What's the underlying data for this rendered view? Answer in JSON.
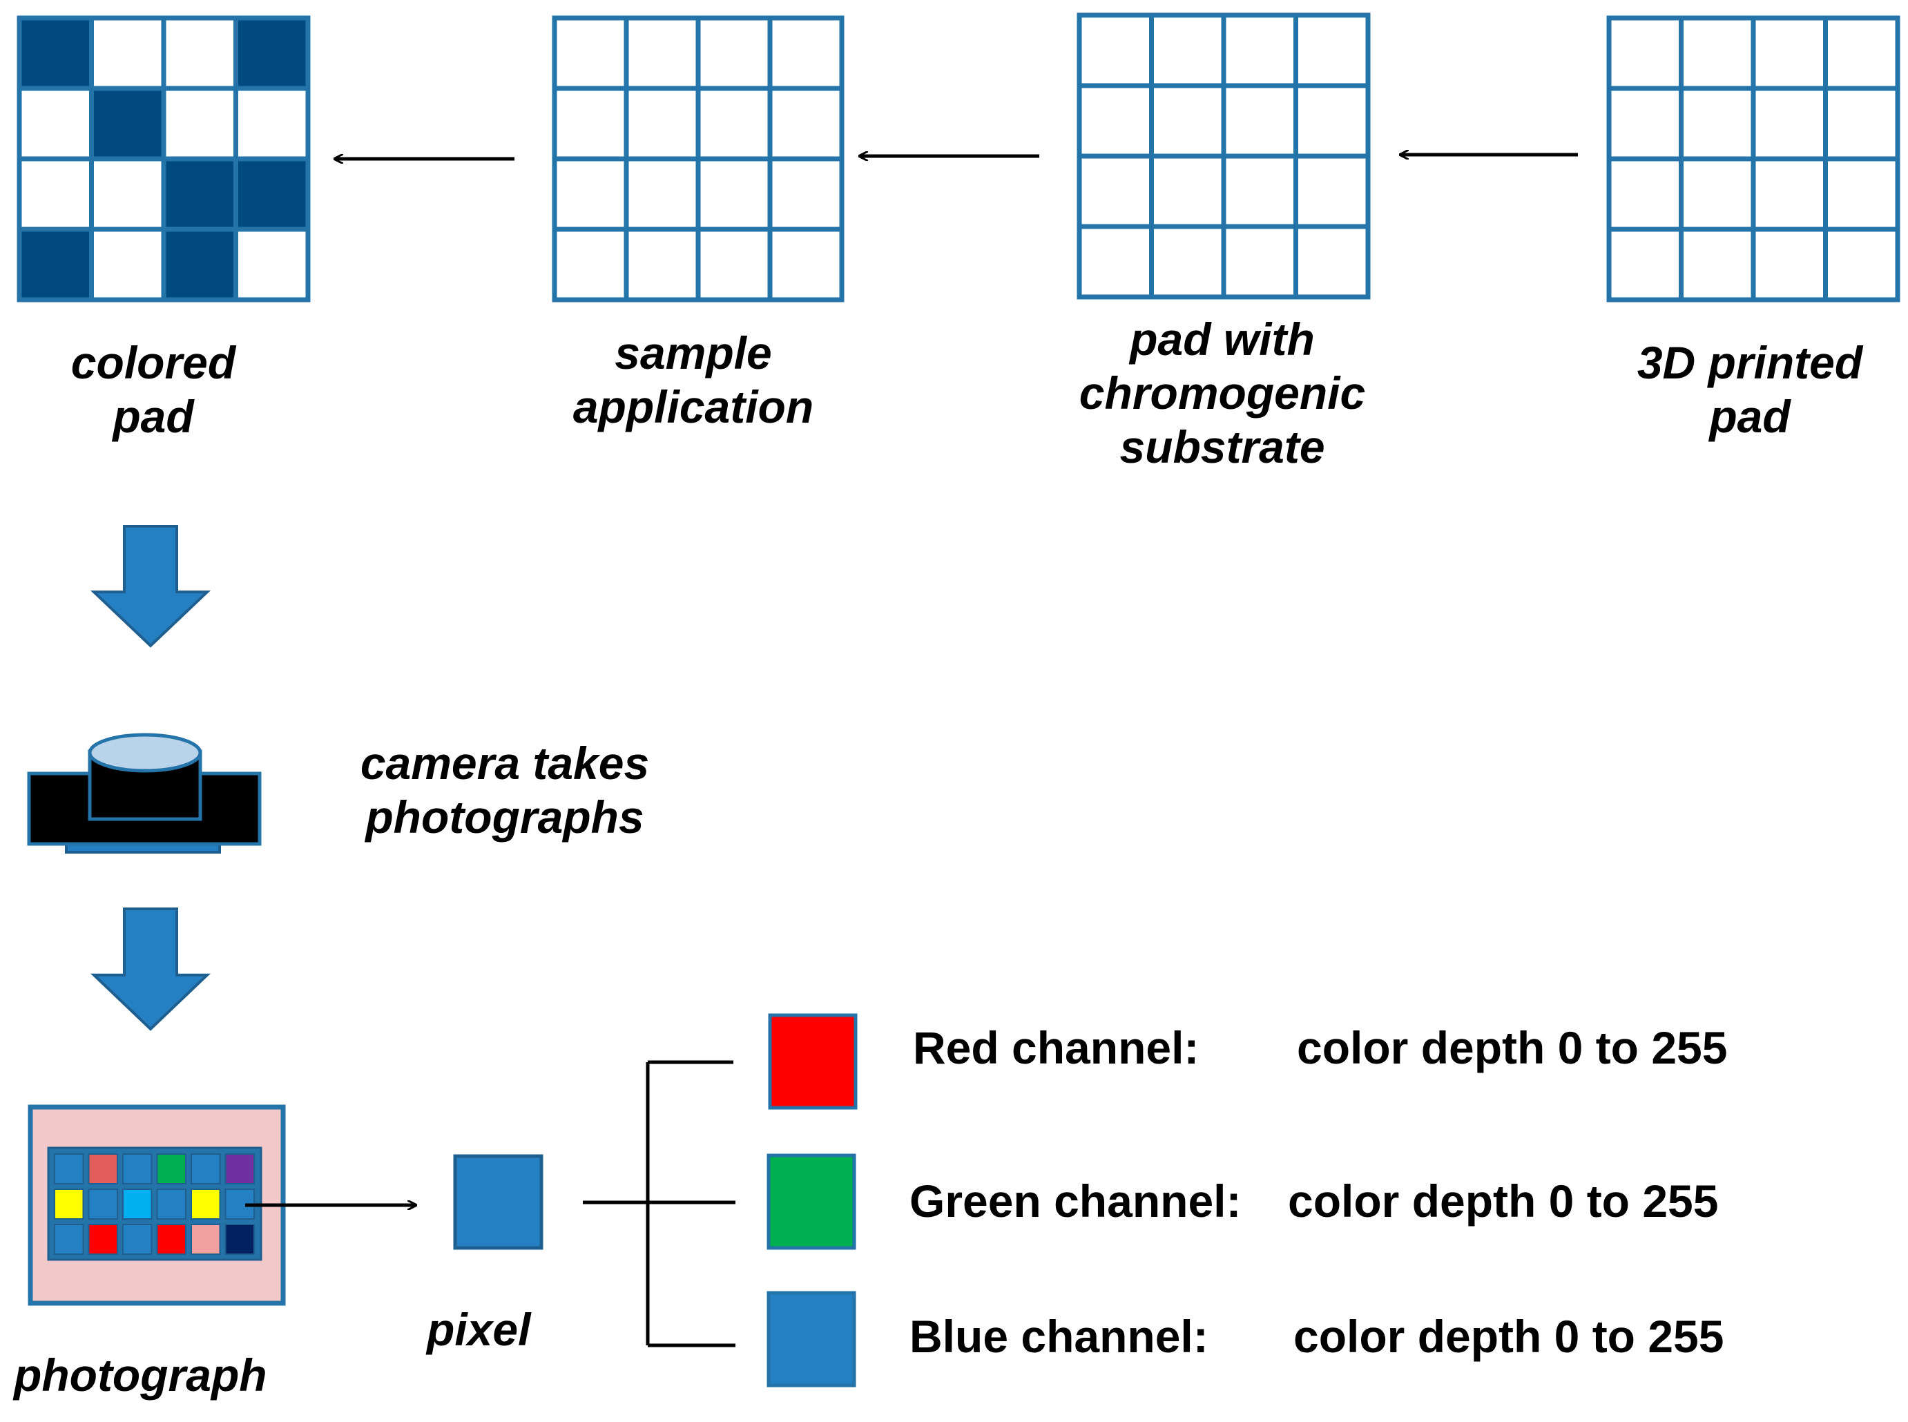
{
  "colors": {
    "grid_stroke": "#2574A9",
    "pad_fill_dark": "#004A80",
    "arrow_blue": "#2580C3",
    "camera_body": "#000000",
    "camera_lens": "#B8D3EA",
    "photo_bg": "#F2C9C8",
    "red_channel": "#FF0000",
    "green_channel": "#00B050",
    "blue_channel": "#2580C3"
  },
  "pads": [
    {
      "id": "colored",
      "label_lines": [
        "colored",
        "pad"
      ],
      "filled_cells": [
        0,
        3,
        5,
        10,
        11,
        12,
        14
      ]
    },
    {
      "id": "sample",
      "label_lines": [
        "sample",
        "application"
      ],
      "filled_cells": []
    },
    {
      "id": "chromogenic",
      "label_lines": [
        "pad with",
        "chromogenic",
        "substrate"
      ],
      "filled_cells": []
    },
    {
      "id": "printed",
      "label_lines": [
        "3D printed",
        "pad"
      ],
      "filled_cells": []
    }
  ],
  "camera": {
    "label_lines": [
      "camera takes",
      "photographs"
    ],
    "icon": "camera-icon"
  },
  "photograph": {
    "label": "photograph",
    "cells": [
      "#2580C3",
      "#E35D5D",
      "#2580C3",
      "#00B050",
      "#2580C3",
      "#7030A0",
      "#FFFF00",
      "#2580C3",
      "#00B0F0",
      "#2580C3",
      "#FFFF00",
      "#2580C3",
      "#2580C3",
      "#FF0000",
      "#2580C3",
      "#FF0000",
      "#F2A0A0",
      "#002060"
    ]
  },
  "pixel": {
    "label": "pixel",
    "color": "#2580C3"
  },
  "channels": [
    {
      "name": "Red channel:",
      "depth": "color depth 0 to 255",
      "color": "#FF0000"
    },
    {
      "name": "Green channel:",
      "depth": "color depth 0 to 255",
      "color": "#00B050"
    },
    {
      "name": "Blue channel:",
      "depth": "color depth 0 to 255",
      "color": "#2580C3"
    }
  ]
}
